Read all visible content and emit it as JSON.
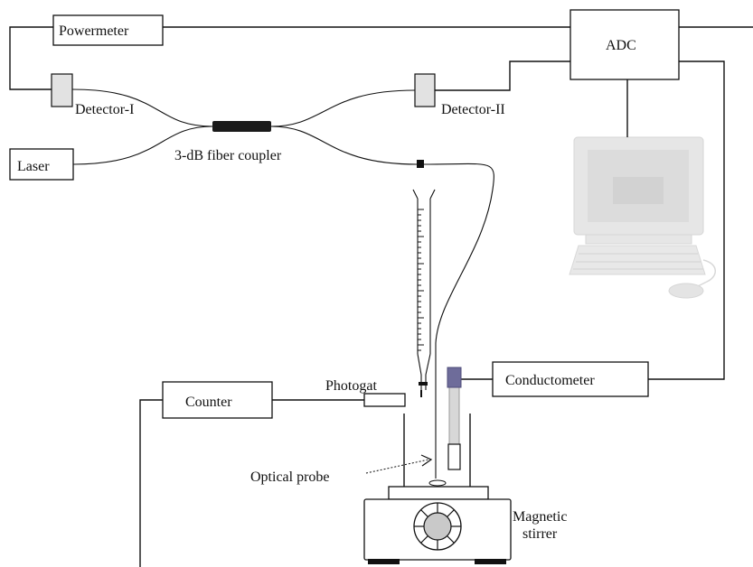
{
  "labels": {
    "powermeter": "Powermeter",
    "adc": "ADC",
    "detector1": "Detector-I",
    "detector2": "Detector-II",
    "laser": "Laser",
    "coupler": "3-dB fiber coupler",
    "counter": "Counter",
    "photogat": "Photogat",
    "conductometer": "Conductometer",
    "optical_probe": "Optical probe",
    "magnetic_line1": "Magnetic",
    "magnetic_line2": "stirrer"
  },
  "colors": {
    "line": "#111111",
    "detector_fill": "#e2e2e2",
    "computer": "#e6e6e6",
    "computer_screen": "#dedede",
    "electrode_cap": "#6e6c9a",
    "coupler": "#1a1a1a"
  }
}
